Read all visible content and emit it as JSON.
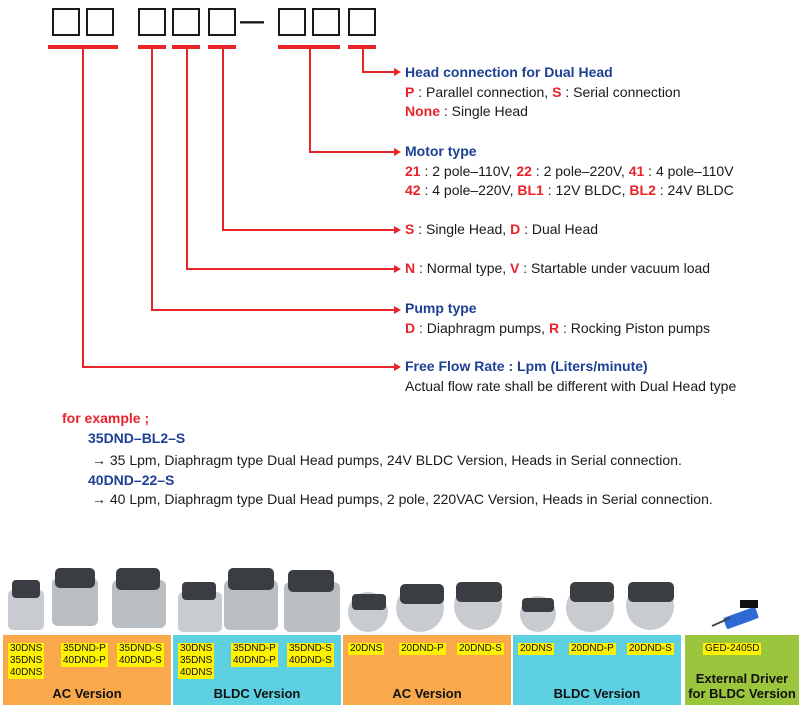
{
  "model_code": {
    "separator": "—"
  },
  "annotations": [
    {
      "id": "head-connection",
      "title": "Head connection for Dual Head",
      "lines": [
        [
          {
            "t": "P",
            "k": true
          },
          {
            "t": " : Parallel connection, ",
            "k": false
          },
          {
            "t": "S",
            "k": true
          },
          {
            "t": " : Serial connection",
            "k": false
          }
        ],
        [
          {
            "t": "None",
            "k": true
          },
          {
            "t": " : Single Head",
            "k": false
          }
        ]
      ]
    },
    {
      "id": "motor-type",
      "title": "Motor type",
      "lines": [
        [
          {
            "t": "21",
            "k": true
          },
          {
            "t": " : 2 pole–110V, ",
            "k": false
          },
          {
            "t": "22",
            "k": true
          },
          {
            "t": " : 2 pole–220V, ",
            "k": false
          },
          {
            "t": "41",
            "k": true
          },
          {
            "t": " : 4 pole–110V",
            "k": false
          }
        ],
        [
          {
            "t": "42",
            "k": true
          },
          {
            "t": " : 4 pole–220V, ",
            "k": false
          },
          {
            "t": "BL1",
            "k": true
          },
          {
            "t": " : 12V BLDC, ",
            "k": false
          },
          {
            "t": "BL2",
            "k": true
          },
          {
            "t": " : 24V BLDC",
            "k": false
          }
        ]
      ]
    },
    {
      "id": "head",
      "title": "",
      "lines": [
        [
          {
            "t": "S",
            "k": true
          },
          {
            "t": " : Single Head, ",
            "k": false
          },
          {
            "t": "D",
            "k": true
          },
          {
            "t": " : Dual Head",
            "k": false
          }
        ]
      ]
    },
    {
      "id": "vacuum",
      "title": "",
      "lines": [
        [
          {
            "t": "N",
            "k": true
          },
          {
            "t": " : Normal type, ",
            "k": false
          },
          {
            "t": "V",
            "k": true
          },
          {
            "t": " : Startable under vacuum load",
            "k": false
          }
        ]
      ]
    },
    {
      "id": "pump-type",
      "title": "Pump type",
      "lines": [
        [
          {
            "t": "D",
            "k": true
          },
          {
            "t": " : Diaphragm pumps, ",
            "k": false
          },
          {
            "t": "R",
            "k": true
          },
          {
            "t": " : Rocking Piston pumps",
            "k": false
          }
        ]
      ]
    },
    {
      "id": "flow-rate",
      "title": "Free Flow Rate : Lpm (Liters/minute)",
      "lines": [
        [
          {
            "t": "Actual flow rate shall be different with Dual Head type",
            "k": false
          }
        ]
      ]
    }
  ],
  "example": {
    "label": "for example ;",
    "items": [
      {
        "code": "35DND–BL2–S",
        "desc": "→ 35 Lpm, Diaphragm type Dual Head pumps, 24V BLDC Version, Heads in Serial connection."
      },
      {
        "code": "40DND–22–S",
        "desc": "→ 40 Lpm, Diaphragm type Dual Head pumps, 2 pole, 220VAC Version, Heads in Serial connection."
      }
    ]
  },
  "products": [
    {
      "version": "AC Version",
      "color": "#f9a94b",
      "tags": [
        [
          "30DNS",
          "35DNS",
          "40DNS"
        ],
        [
          "35DND-P",
          "40DND-P"
        ],
        [
          "35DND-S",
          "40DND-S"
        ]
      ]
    },
    {
      "version": "BLDC Version",
      "color": "#5dd0e2",
      "tags": [
        [
          "30DNS",
          "35DNS",
          "40DNS"
        ],
        [
          "35DND-P",
          "40DND-P"
        ],
        [
          "35DND-S",
          "40DND-S"
        ]
      ]
    },
    {
      "version": "AC Version",
      "color": "#f9a94b",
      "tags": [
        [
          "20DNS"
        ],
        [
          "20DND-P"
        ],
        [
          "20DND-S"
        ]
      ]
    },
    {
      "version": "BLDC Version",
      "color": "#5dd0e2",
      "tags": [
        [
          "20DNS"
        ],
        [
          "20DND-P"
        ],
        [
          "20DND-S"
        ]
      ]
    },
    {
      "version": "External Driver\nfor BLDC Version",
      "color": "#9bc53d",
      "tags": [
        [
          "GED-2405D"
        ]
      ]
    }
  ],
  "colors": {
    "accent_red": "#e8232a",
    "title_blue": "#1d3f94"
  }
}
